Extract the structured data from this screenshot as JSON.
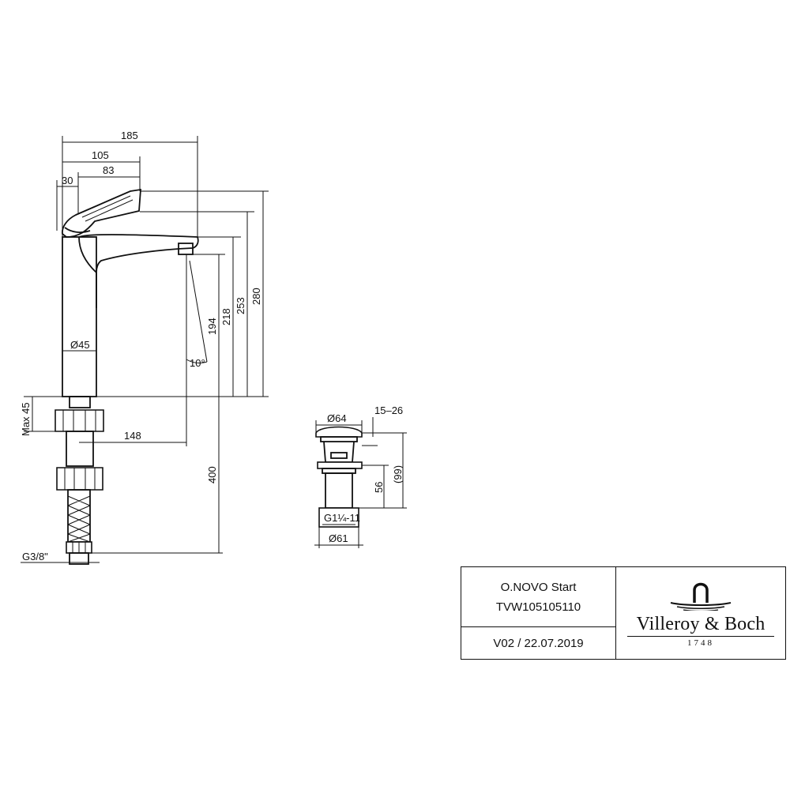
{
  "dimensions": {
    "d185": "185",
    "d105": "105",
    "d83": "83",
    "d30": "30",
    "d45dia": "Ø45",
    "angle": "10°",
    "d194": "194",
    "d218": "218",
    "d253": "253",
    "d280": "280",
    "max45": "Max 45",
    "d148": "148",
    "d400": "400",
    "g38": "G3/8\"",
    "d64dia": "Ø64",
    "d1526": "15–26",
    "d56": "56",
    "d99": "(99)",
    "g114": "G1¼-11",
    "d61dia": "Ø61"
  },
  "title_block": {
    "product_name": "O.NOVO Start",
    "article_number": "TVW105105110",
    "version": "V02 / 22.07.2019",
    "brand_name": "Villeroy & Boch",
    "brand_year": "1748"
  }
}
